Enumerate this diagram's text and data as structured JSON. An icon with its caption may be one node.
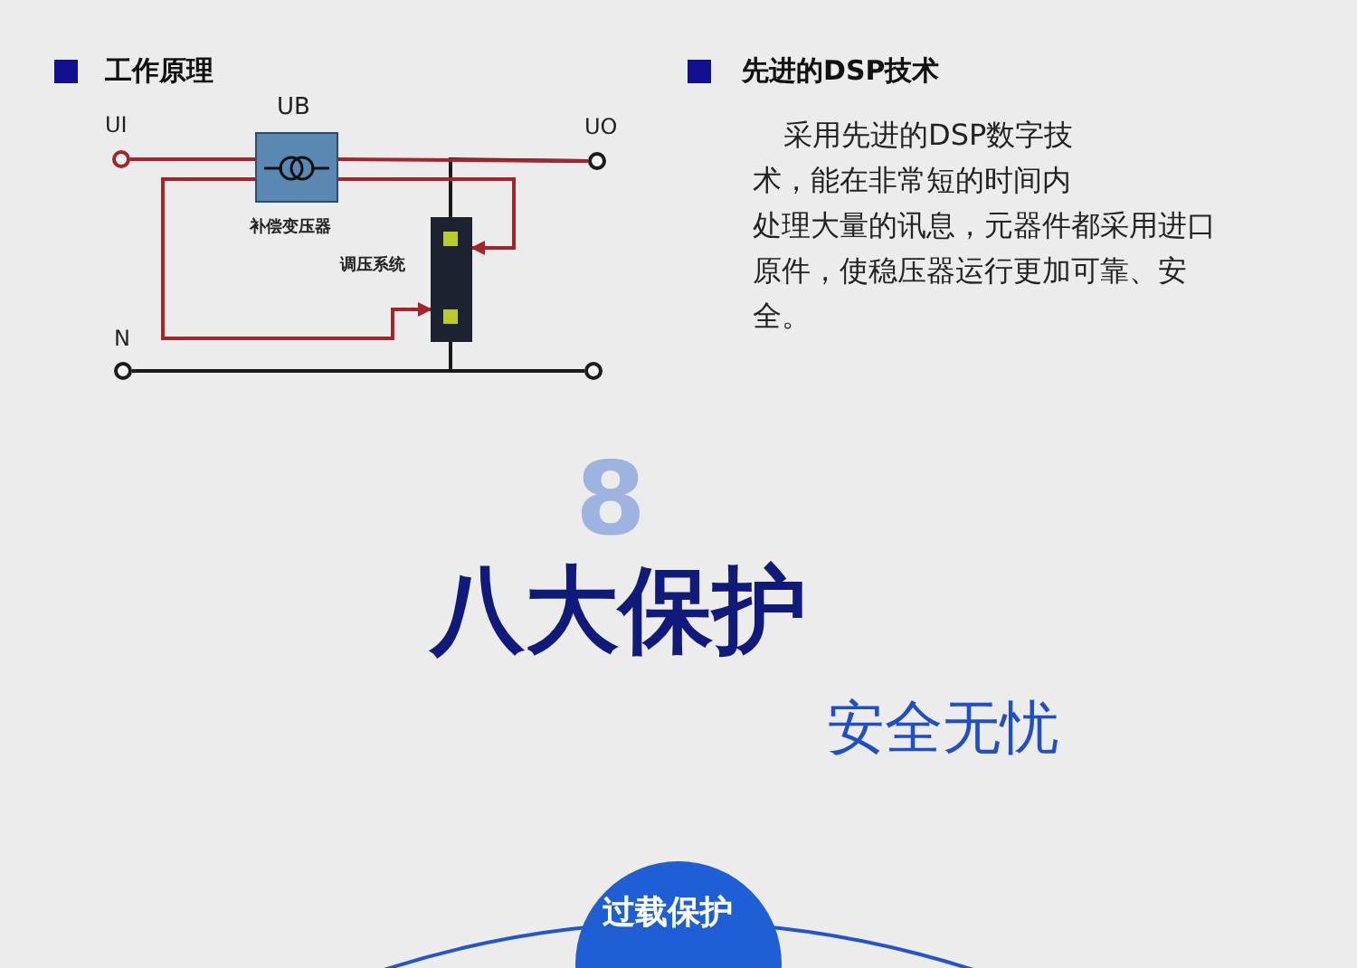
{
  "diagram": {
    "nodes": [
      {
        "text": [],
        "shape": "circle",
        "beside": [
          "UI"
        ]
      },
      {
        "text": [
          "UB",
          "补偿变压器"
        ]
      },
      {
        "text": [],
        "shape": "circle",
        "beside": [
          "UO"
        ]
      },
      {
        "text": [],
        "shape": "box",
        "beside": [
          "调压系统"
        ]
      },
      {
        "text": [],
        "shape": "circle",
        "beside": [
          "N"
        ]
      },
      {
        "text": [],
        "shape": "circle"
      },
      {
        "text": [
          "过载保护"
        ]
      }
    ],
    "edges": [
      {
        "from": 0,
        "to": 1,
        "arrow": "none"
      },
      {
        "from": 1,
        "to": 2,
        "arrow": "none"
      },
      {
        "from": 3,
        "to": 2,
        "arrow": "none",
        "color": "#1a1a1a"
      },
      {
        "from": 1,
        "to": 3,
        "arrow": "to"
      },
      {
        "from": 1,
        "to": 3,
        "arrow": "to"
      },
      {
        "from": 3,
        "to": 4,
        "arrow": "none",
        "color": "#1a1a1a"
      },
      {
        "from": 4,
        "to": 5,
        "arrow": "none",
        "color": "#1a1a1a"
      }
    ],
    "labels": [
      "工作原理",
      "先进的DSP技术",
      "采用先进的DSP数字技术，能在非常短的时间内处理大量的讯息，元器件都采用进口原件，使稳压器运行更加可靠、安全。",
      "8",
      "八大保护",
      "安全无忧"
    ]
  }
}
